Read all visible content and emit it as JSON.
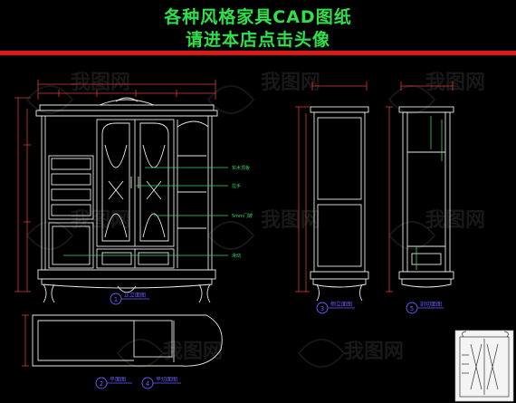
{
  "header": {
    "line1": "各种风格家具CAD图纸",
    "line2": "请进本店点击头像"
  },
  "callouts": {
    "top_board": "实木顶板",
    "pull": "拉手",
    "door_glass": "5mm门玻",
    "sliding": "滑动"
  },
  "labels": {
    "front_elevation": "正立面图",
    "side_elevation": "侧立面图",
    "section": "剖切面图",
    "plan": "平面图",
    "plan_section": "平切面图"
  },
  "view_numbers": {
    "front": "1",
    "side": "3",
    "section": "5",
    "plan": "2",
    "plan_section": "4"
  },
  "watermark_text": "我图网",
  "colors": {
    "background": "#000000",
    "banner_text": "#2fe04a",
    "banner_bar": "#e01818",
    "outline": "#ffffff",
    "dimension": "#d83a3a",
    "annotation": "#3bd46a",
    "label": "#6a5cff"
  }
}
